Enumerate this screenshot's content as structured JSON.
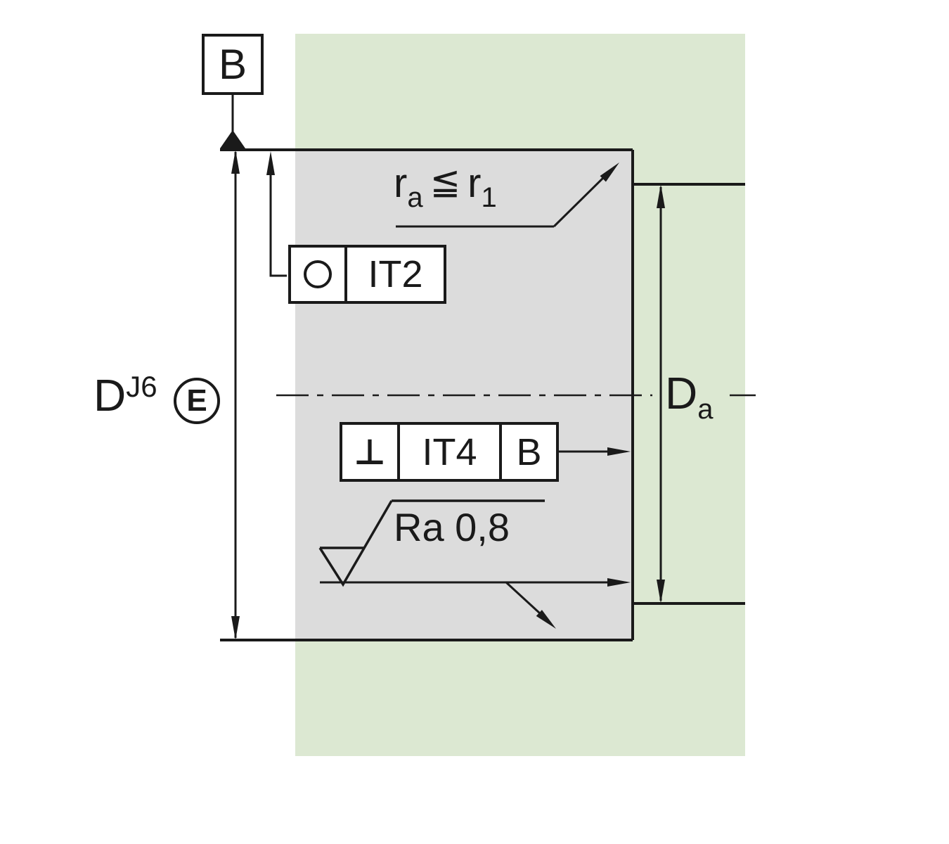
{
  "colors": {
    "green": "#dce8d2",
    "gray": "#dcdcdc",
    "line": "#1a1a1a",
    "white": "#ffffff"
  },
  "datum": {
    "label": "B"
  },
  "roundness": {
    "value": "IT2"
  },
  "perpendicularity": {
    "symbol": "⊥",
    "value": "IT4",
    "datum": "B"
  },
  "roughness": {
    "label": "Ra 0,8"
  },
  "chamfer": {
    "r": "r",
    "r_sub": "a",
    "relation": "≦",
    "ref": "r",
    "ref_sub": "1"
  },
  "bore": {
    "d": "D",
    "fit": "J6",
    "envelope": "E"
  },
  "shoulder": {
    "d": "D",
    "sub": "a"
  }
}
